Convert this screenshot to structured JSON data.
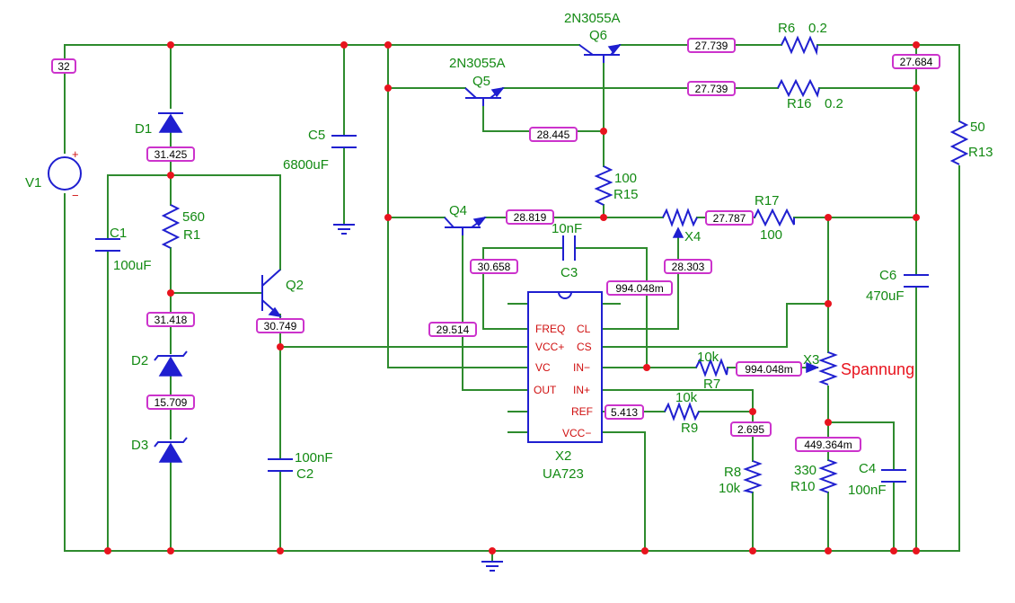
{
  "labels": {
    "v1": "V1",
    "d1": "D1",
    "d2": "D2",
    "d3": "D3",
    "c1": "C1",
    "c1_val": "100uF",
    "r1_val": "560",
    "r1": "R1",
    "c5": "C5",
    "c5_val": "6800uF",
    "q2": "Q2",
    "c2_val": "100nF",
    "c2": "C2",
    "q5_part": "2N3055A",
    "q5": "Q5",
    "q6_part": "2N3055A",
    "q6": "Q6",
    "r6": "R6",
    "r6_val": "0.2",
    "r16": "R16",
    "r16_val": "0.2",
    "r13_val": "50",
    "r13": "R13",
    "r15_val": "100",
    "r15": "R15",
    "q4": "Q4",
    "c3_val": "10nF",
    "c3": "C3",
    "x4": "X4",
    "r17": "R17",
    "r17_val": "100",
    "c6": "C6",
    "c6_val": "470uF",
    "x3": "X3",
    "spannung": "Spannung",
    "r7_val": "10k",
    "r7": "R7",
    "r9_val": "10k",
    "r9": "R9",
    "r8": "R8",
    "r8_val": "10k",
    "r10_val": "330",
    "r10": "R10",
    "c4": "C4",
    "c4_val": "100nF",
    "x2": "X2",
    "x2_part": "UA723"
  },
  "ic_pins": {
    "freq": "FREQ",
    "vccp": "VCC+",
    "vc": "VC",
    "out": "OUT",
    "cl": "CL",
    "cs": "CS",
    "inm": "IN−",
    "inp": "IN+",
    "ref": "REF",
    "vccm": "VCC−"
  },
  "voltages": {
    "v32": "32",
    "v31425": "31.425",
    "v31418": "31.418",
    "v15709": "15.709",
    "v30749": "30.749",
    "v27739a": "27.739",
    "v27739b": "27.739",
    "v27684": "27.684",
    "v28445": "28.445",
    "v28819": "28.819",
    "v27787": "27.787",
    "v30658": "30.658",
    "v28303": "28.303",
    "v994a": "994.048m",
    "v29514": "29.514",
    "v994b": "994.048m",
    "v5413": "5.413",
    "v2695": "2.695",
    "v449": "449.364m"
  },
  "colors": {
    "wire": "#2e8b2e",
    "component": "#1f1fd0",
    "junction": "#e8141e",
    "probe_border": "#cc33cc",
    "label": "#138a13"
  }
}
